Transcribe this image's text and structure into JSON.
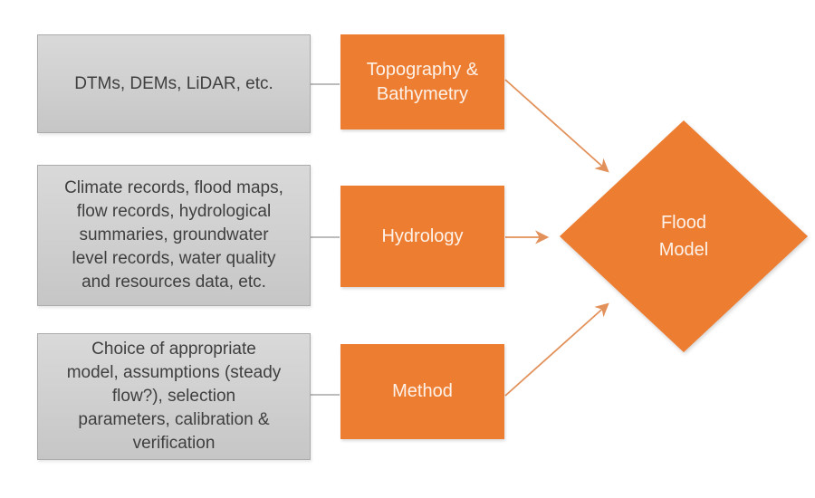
{
  "diagram": {
    "inputs": [
      {
        "text": "DTMs, DEMs, LiDAR, etc."
      },
      {
        "text": "Climate records, flood maps,\nflow records, hydrological\nsummaries, groundwater\nlevel records, water quality\nand resources data, etc."
      },
      {
        "text": "Choice of appropriate\nmodel, assumptions (steady\nflow?), selection\nparameters, calibration &\nverification"
      }
    ],
    "categories": [
      {
        "label": "Topography &\nBathymetry"
      },
      {
        "label": "Hydrology"
      },
      {
        "label": "Method"
      }
    ],
    "output": {
      "label": "Flood\nModel"
    }
  },
  "colors": {
    "accent_orange": "#ED7D31",
    "arrow_orange": "#E2915A",
    "connector_gray": "#A6A6A6",
    "gray_fill_top": "#D9D9D9",
    "gray_fill_bottom": "#C6C6C6",
    "gray_border": "#ABABAB",
    "gray_text": "#3F3F3F",
    "light_text": "#FDF2E9"
  }
}
